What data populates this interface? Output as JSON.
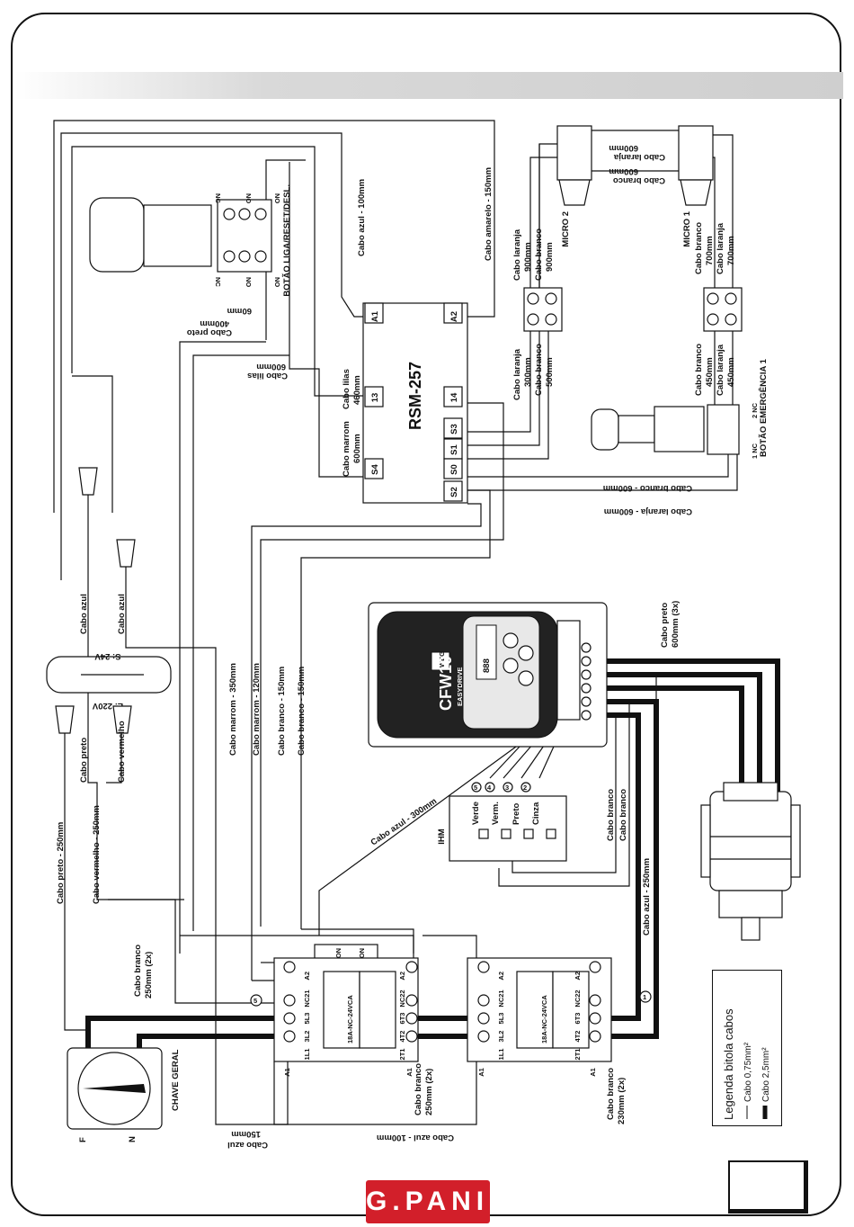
{
  "brand": "G.PANIZ",
  "controller": {
    "name": "RSM-257",
    "terminals": [
      "A1",
      "A2",
      "13",
      "14",
      "S4",
      "S3",
      "S1",
      "S0",
      "S2"
    ]
  },
  "inverter": {
    "brand": "WEG",
    "model": "CFW10",
    "series": "EASYDRIVE",
    "display": "888"
  },
  "ihm": {
    "title": "IHM",
    "buttons": [
      "Verde",
      "Verm.",
      "Preto",
      "Cinza"
    ],
    "numbers": [
      "5",
      "4",
      "3",
      "2"
    ]
  },
  "transformer": {
    "secondary": "S: 24V",
    "primary": "E: 220V"
  },
  "contactor": {
    "model": "18A-NC-24VCA",
    "left_terminals": [
      "A2",
      "NC21",
      "5L3",
      "3L2",
      "1L1",
      "A1"
    ],
    "right_terminals": [
      "A2",
      "NC22",
      "6T3",
      "4T2",
      "2T1",
      "A1"
    ],
    "aux": [
      "NO3",
      "NO4"
    ]
  },
  "switch": {
    "label": "CHAVE GERAL",
    "f": "F",
    "n": "N"
  },
  "buttons": {
    "botao_liga": "BOTÃO LIGA/RESET/DESL.",
    "emergencia": "BOTÃO EMERGÊNCIA 1",
    "micro1": "MICRO 1",
    "micro2": "MICRO 2",
    "nc": "NC",
    "no": "NO",
    "one_nc": "1 NC",
    "two_nc": "2 NC"
  },
  "cables": {
    "azul_100": "Cabo azul - 100mm",
    "amarelo_150": "Cabo amarelo - 150mm",
    "preto_400": [
      "Cabo preto",
      "400mm"
    ],
    "lilas_600": [
      "Cabo lilas",
      "600mm"
    ],
    "lilas_460": [
      "Cabo lilas",
      "460mm"
    ],
    "marrom_600": [
      "Cabo marrom",
      "600mm"
    ],
    "mm60": "60mm",
    "laranja_600_top": [
      "Cabo laranja",
      "600mm"
    ],
    "branco_600_top": [
      "Cabo branco",
      "600mm"
    ],
    "mm600": "600mm",
    "laranja_900": [
      "Cabo laranja",
      "900mm"
    ],
    "branco_900": [
      "Cabo branco",
      "900mm"
    ],
    "laranja_700": [
      "Cabo laranja",
      "700mm"
    ],
    "branco_700": [
      "Cabo branco",
      "700mm"
    ],
    "laranja_300": [
      "Cabo laranja",
      "300mm"
    ],
    "branco_500": [
      "Cabo branco",
      "500mm"
    ],
    "branco_450": [
      "Cabo branco",
      "450mm"
    ],
    "laranja_450": [
      "Cabo laranja",
      "450mm"
    ],
    "branco_600": "Cabo branco - 600mm",
    "laranja_600": "Cabo laranja - 600mm",
    "azul_a": "Cabo azul",
    "azul_b": "Cabo azul",
    "preto_600_3x": [
      "Cabo preto",
      "600mm (3x)"
    ],
    "marrom_350": "Cabo marrom - 350mm",
    "marrom_120": "Cabo marrom - 120mm",
    "branco_150a": "Cabo branco - 150mm",
    "branco_150b": "Cabo branco - 150mm",
    "azul_300": "Cabo azul - 300mm",
    "preto": "Cabo preto",
    "vermelho": "Cabo vermelho",
    "preto_250": "Cabo preto - 250mm",
    "vermelho_250": "Cabo vermelho - 250mm",
    "branco_ihm1": "Cabo branco",
    "branco_ihm2": "Cabo branco",
    "azul_250": "Cabo azul - 250mm",
    "branco_250_2x_a": [
      "Cabo branco",
      "250mm (2x)"
    ],
    "branco_250_2x_b": [
      "Cabo branco",
      "250mm (2x)"
    ],
    "branco_230_2x": [
      "Cabo branco",
      "230mm (2x)"
    ],
    "azul_150": [
      "Cabo azul",
      "150mm"
    ],
    "azul_100b": "Cabo azul - 100mm"
  },
  "legend": {
    "title": "Legenda bitola cabos",
    "thin": "Cabo 0,75mm²",
    "thick": "Cabo 2,5mm²"
  },
  "markers": [
    "5",
    "1"
  ]
}
